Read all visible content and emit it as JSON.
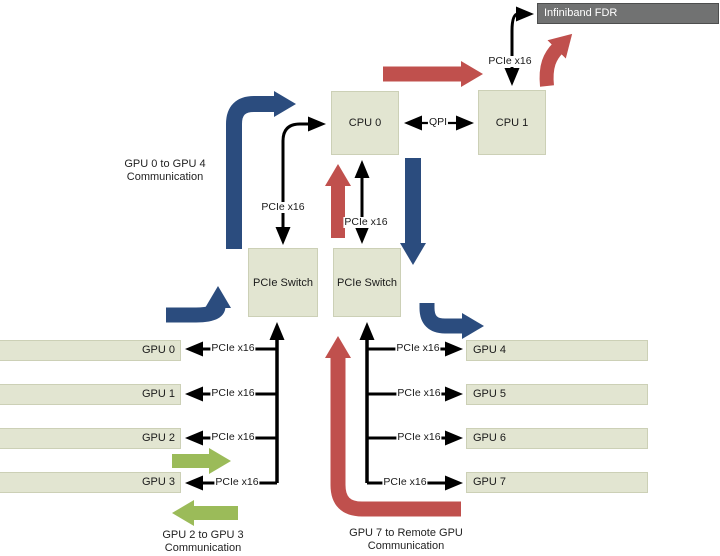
{
  "colors": {
    "blue": "#2b4c7e",
    "red": "#c0504d",
    "green": "#9bbb59",
    "boxfill": "#e2e5d1",
    "boxborder": "#ccd0b6",
    "grayfill": "#717272",
    "grayborder": "#4d4e4e"
  },
  "nodes": {
    "infiniband": "Infiniband FDR",
    "cpu0": "CPU 0",
    "cpu1": "CPU 1",
    "switch_left": "PCIe Switch",
    "switch_right": "PCIe Switch",
    "gpus_left": [
      "GPU 0",
      "GPU 1",
      "GPU 2",
      "GPU 3"
    ],
    "gpus_right": [
      "GPU 4",
      "GPU 5",
      "GPU 6",
      "GPU 7"
    ]
  },
  "labels": {
    "qpi": "QPI",
    "pcie": "PCIe x16"
  },
  "captions": {
    "gpu0_gpu4": {
      "line1": "GPU 0 to GPU 4",
      "line2": "Communication"
    },
    "gpu2_gpu3": {
      "line1": "GPU 2 to GPU 3",
      "line2": "Communication"
    },
    "gpu7_remote": {
      "line1": "GPU 7 to Remote GPU",
      "line2": "Communication"
    }
  }
}
